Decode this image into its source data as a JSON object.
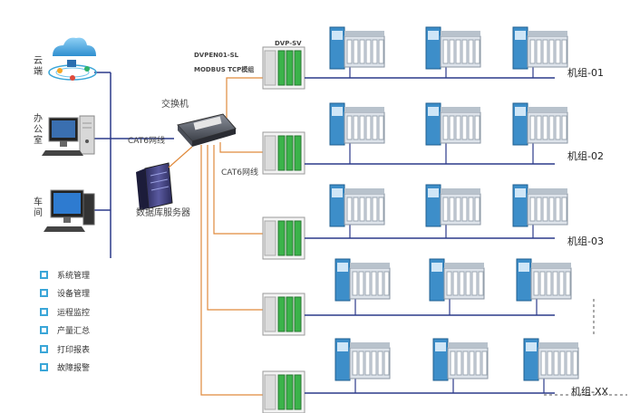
{
  "nodes": {
    "cloud": "云端",
    "office": "办公室",
    "workshop": "车间",
    "switch": "交换机",
    "db_server": "数据库服务器",
    "module_line1": "DVPEN01-SL",
    "module_line2": "MODBUS TCP模组",
    "plc": "DVP-SV"
  },
  "edges": {
    "cable_left": "CAT6网线",
    "cable_right": "CAT6网线"
  },
  "groups": [
    "机组-01",
    "机组-02",
    "机组-03",
    "机组-XX"
  ],
  "legend": [
    "系统管理",
    "设备管理",
    "运程监控",
    "产量汇总",
    "打印报表",
    "故障报警"
  ],
  "colors": {
    "bus_line": "#2c3a8a",
    "cat6_line": "#e08a3c",
    "legend_box": "#3aa6d8",
    "machine_blue": "#3d8ec9",
    "plc_green": "#3bb34a"
  },
  "icons": {
    "cloud": "cloud-network-icon",
    "office": "desktop-computer-icon",
    "workshop": "monitor-computer-icon",
    "switch": "network-switch-icon",
    "db_server": "server-rack-icon",
    "plc": "plc-module-icon",
    "machine": "textile-machine-icon"
  }
}
